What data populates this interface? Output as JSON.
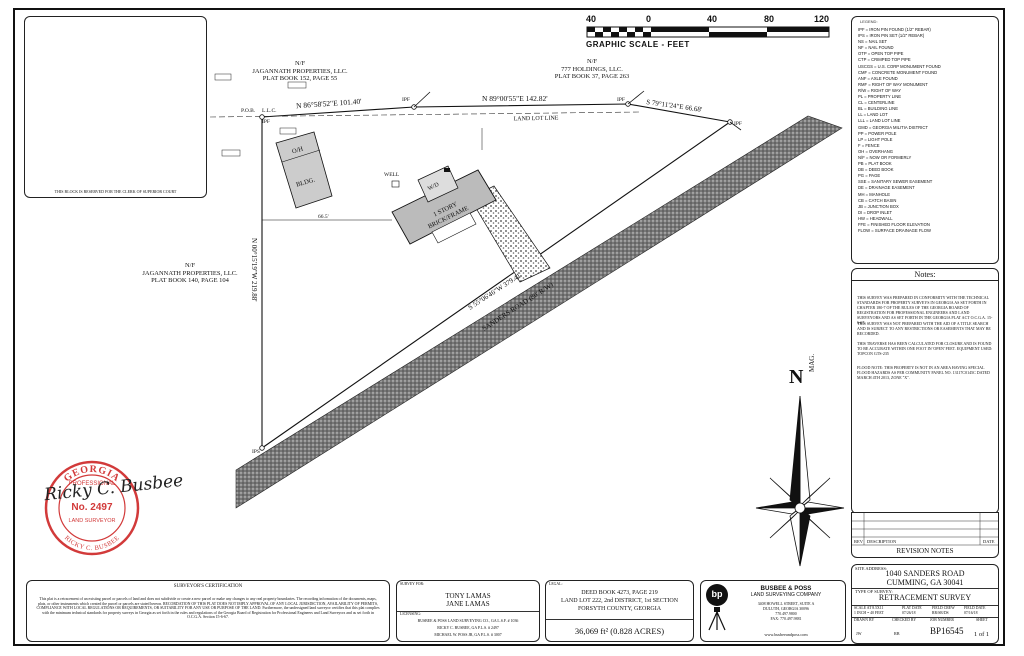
{
  "clerk_block": {
    "text": "THIS BLOCK IS RESERVED FOR THE CLERK OF SUPERIOR COURT"
  },
  "graphic_scale": {
    "ticks": [
      "40",
      "0",
      "40",
      "80",
      "120"
    ],
    "label": "GRAPHIC SCALE - FEET"
  },
  "owners": {
    "north_left": {
      "line1": "N/F",
      "line2": "JAGANNATH PROPERTIES, LLC.",
      "line3": "PLAT BOOK 152, PAGE 55"
    },
    "north_right": {
      "line1": "N/F",
      "line2": "777 HOLDINGS, LLC.",
      "line3": "PLAT BOOK 37, PAGE 263"
    },
    "west": {
      "line1": "N/F",
      "line2": "JAGANNATH PROPERTIES, LLC.",
      "line3": "PLAT BOOK 140, PAGE 104"
    }
  },
  "bearings": {
    "north1": "N 86°58'52\"E 101.40'",
    "north2": "N 89°00'55\"E 142.82'",
    "north3": "S 79°11'24\"E 66.68'",
    "west": "N 00°15'19\"W 219.88'",
    "south": "S 55°06'46\"W 379.41'",
    "road": "SANDERS ROAD (80' R/W)"
  },
  "plan_labels": {
    "pob": "P.O.B.",
    "llc": "L.L.C.",
    "ipf": "IPF",
    "ips": "IPS",
    "lot_line": "LAND LOT LINE",
    "oh": "O/H",
    "bldg": "BLDG.",
    "well": "WELL",
    "wd": "W/D",
    "house_line1": "1 STORY",
    "house_line2": "BRICK/FRAME",
    "dim": "66.5'",
    "north": "N",
    "mag": "MAG."
  },
  "legend": {
    "title": "LEGEND:",
    "items": [
      "IPF = IRON PIN FOUND (1/2\" REBAR)",
      "IPS = IRON PIN SET (1/2\" REBAR)",
      "NS = NAIL SET",
      "NF = NAIL FOUND",
      "OTP = OPEN TOP PIPE",
      "CTP = CRIMPED TOP PIPE",
      "USCGS = U.S. CORP MONUMENT FOUND",
      "CMF = CONCRETE MONUMENT FOUND",
      "ANF = AXLE FOUND",
      "RMF = RIGHT OF WAY MONUMENT",
      "R/W = RIGHT OF WAY",
      "PL = PROPERTY LINE",
      "CL = CENTERLINE",
      "BL = BUILDING LINE",
      "LL = LAND LOT",
      "LLL = LAND LOT LINE",
      "GMD = GEORGIA MILITIA DISTRICT",
      "PP = POWER POLE",
      "LP = LIGHT POLE",
      "F = FENCE",
      "OH = OVERHANG",
      "N/F = NOW OR FORMERLY",
      "PB = PLAT BOOK",
      "DB = DEED BOOK",
      "PG = PAGE",
      "SSE = SANITARY SEWER EASEMENT",
      "DE = DRAINAGE EASEMENT",
      "MH = MANHOLE",
      "CB = CATCH BASIN",
      "JB = JUNCTION BOX",
      "DI = DROP INLET",
      "HW = HEADWALL",
      "FFE = FINISHED FLOOR ELEVATION",
      "FLOW = SURFACE DRAINAGE FLOW"
    ]
  },
  "notes": {
    "title": "Notes:",
    "paragraphs": [
      "THIS SURVEY WAS PREPARED IN CONFORMITY WITH THE TECHNICAL STANDARDS FOR PROPERTY SURVEYS IN GEORGIA AS SET FORTH IN CHAPTER 180-7 OF THE RULES OF THE GEORGIA BOARD OF REGISTRATION FOR PROFESSIONAL ENGINEERS AND LAND SURVEYORS AND AS SET FORTH IN THE GEORGIA PLAT ACT O.C.G.A. 15-6-67.",
      "THIS SURVEY WAS NOT PREPARED WITH THE AID OF A TITLE SEARCH AND IS SUBJECT TO ANY RESTRICTIONS OR EASEMENTS THAT MAY BE RECORDED.",
      "THIS TRAVERSE HAS BEEN CALCULATED FOR CLOSURE AND IS FOUND TO BE ACCURATE WITHIN ONE FOOT IN 'OPEN' FEET. EQUIPMENT USED: TOPCON GTS-235",
      "FLOOD NOTE: THIS PROPERTY IS NOT IN AN AREA HAVING SPECIAL FLOOD HAZARDS AS PER COMMUNITY PANEL NO. 13117C0145C DATED MARCH 4TH 2013, ZONE \"X\"."
    ]
  },
  "revision": {
    "col1": "REV",
    "col2": "DESCRIPTION",
    "col3": "DATE",
    "title": "REVISION NOTES"
  },
  "title_block": {
    "site_address_label": "SITE ADDRESS:",
    "address1": "1040 SANDERS ROAD",
    "address2": "CUMMING, GA 30041",
    "type_label": "TYPE OF SURVEY:",
    "type": "RETRACEMENT SURVEY",
    "scale_label": "SCALE AT 8.5X11",
    "scale": "1 INCH = 40 FEET",
    "plat_date_label": "PLAT DATE",
    "plat_date": "07/26/18",
    "field_crew_label": "FIELD CREW",
    "field_crew": "RR/SR/DS",
    "field_date_label": "FIELD DATE",
    "field_date": "07/16/18",
    "drawn_label": "DRAWN BY",
    "drawn": "JW",
    "checked_label": "CHECKED BY",
    "checked": "RB",
    "job_label": "JOB NUMBER",
    "job": "BP16545",
    "sheet_label": "SHEET",
    "sheet": "1 of 1"
  },
  "seal": {
    "top": "GEORGIA",
    "ring": "PROFESSIONAL",
    "number": "No. 2497",
    "bottom1": "LAND SURVEYOR",
    "bottom2": "RICKY C. BUSBEE",
    "signature": "Ricky C. Busbee"
  },
  "certification": {
    "title": "SURVEYOR'S CERTIFICATION",
    "text": "This plat is a retracement of an existing parcel or parcels of land and does not subdivide or create a new parcel or make any changes to any real property boundaries. The recording information of the documents, maps, plats, or other instruments which created the parcel or parcels are stated hereon. RECORDATION OF THIS PLAT DOES NOT IMPLY APPROVAL OF ANY LOCAL JURISDICTION, AVAILABILITY OF PERMITS, COMPLIANCE WITH LOCAL REGULATIONS OR REQUIREMENTS, OR SUITABILITY FOR ANY USE OR PURPOSE OF THE LAND. Furthermore, the undersigned land surveyor certifies that this plat complies with the minimum technical standards for property surveys in Georgia as set forth in the rules and regulations of the Georgia Board of Registration for Professional Engineers and Land Surveyors and as set forth in O.C.G.A. Section 15-6-67."
  },
  "survey_for": {
    "label": "SURVEY FOR:",
    "name1": "TONY LAMAS",
    "name2": "JANE LAMAS",
    "licensing_label": "LICENSING:",
    "lic1": "BUSBEE & POSS LAND SURVEYING CO., GA L.S.F. # 1036",
    "lic2": "RICKY C. BUSBEE, GA P.L.S. # 2497",
    "lic3": "MICHAEL W. POSS JR, GA P.L.S. # 3007"
  },
  "legal": {
    "label": "LEGAL:",
    "line1": "DEED BOOK 4273, PAGE 219",
    "line2": "LAND LOT 222, 2nd DISTRICT, 1st SECTION",
    "line3": "FORSYTH COUNTY, GEORGIA",
    "area": "36,069 ft² (0.828 ACRES)"
  },
  "company": {
    "logo": "bp",
    "name1": "BUSBEE & POSS",
    "name2": "LAND SURVEYING COMPANY",
    "addr1": "3408 HOWELL STREET, SUITE A",
    "addr2": "DULUTH, GEORGIA 30096",
    "phone": "770.497.9800",
    "fax": "FAX: 770.497.9881",
    "web": "www.busbeeandposs.com"
  },
  "colors": {
    "seal": "#d23a3a",
    "line": "#111111",
    "road": "#555555"
  }
}
